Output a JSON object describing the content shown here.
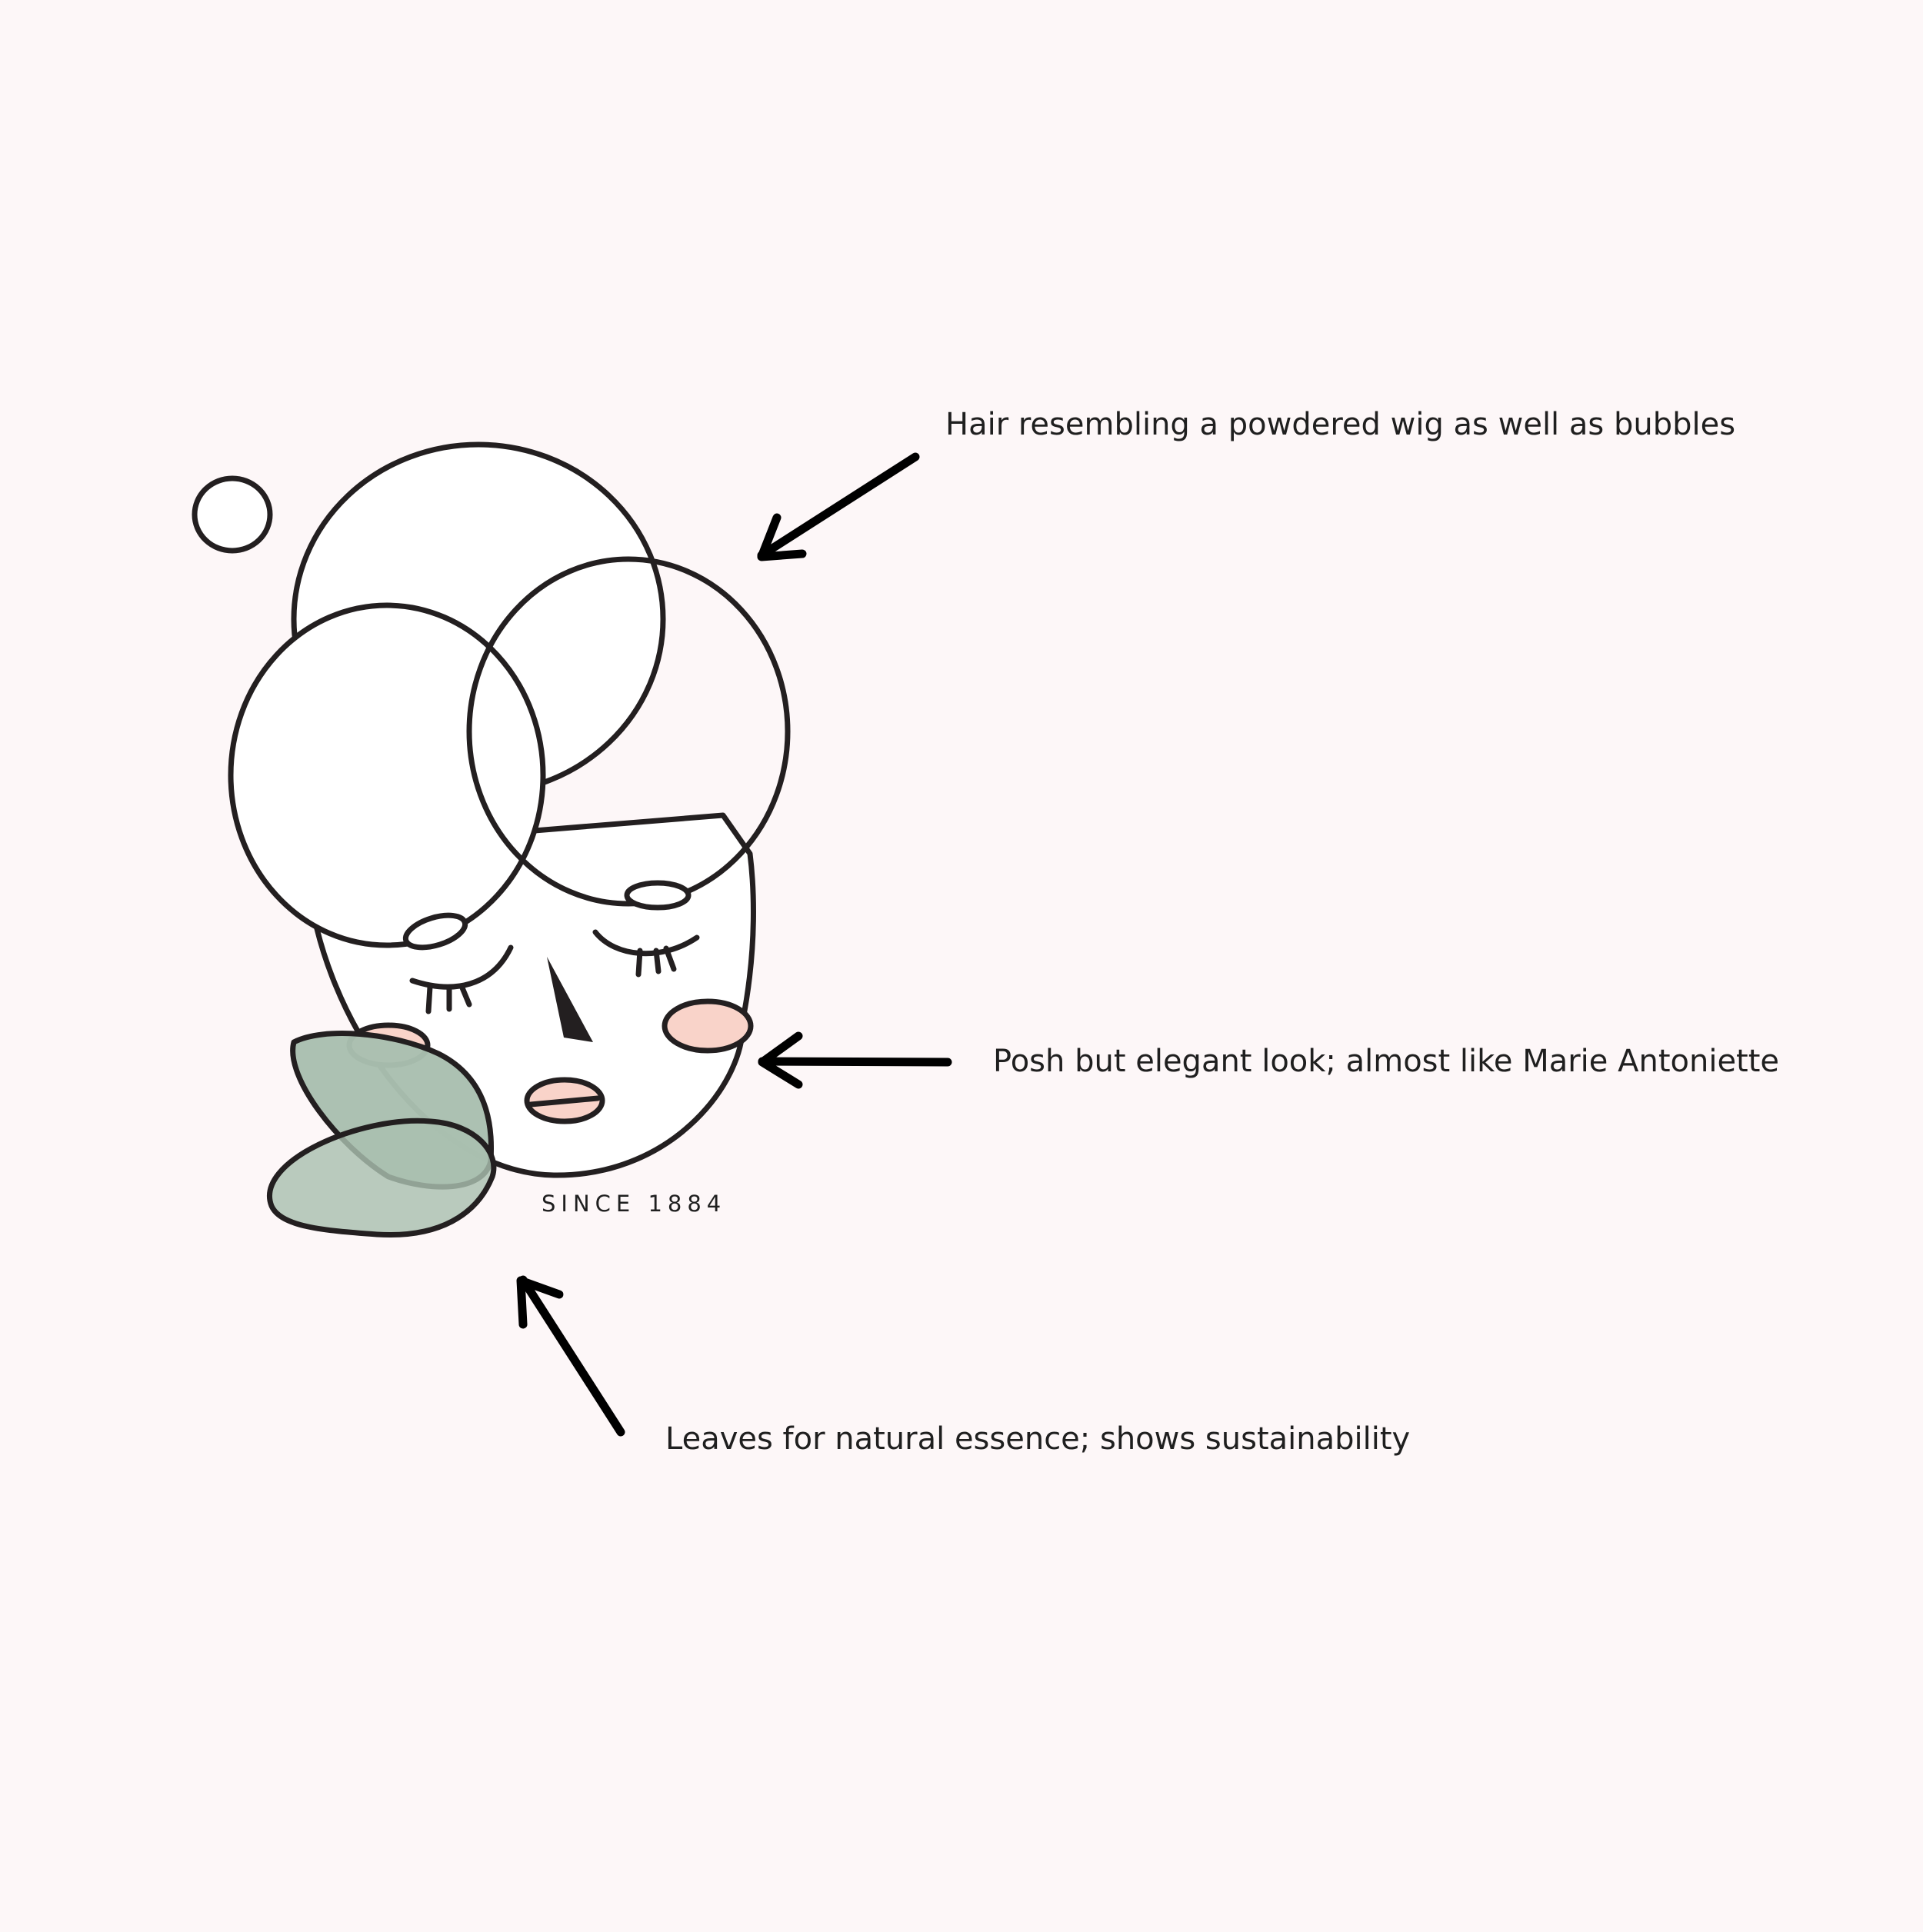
{
  "annotations": {
    "hair": "Hair resembling a powdered wig as well as bubbles",
    "look": "Posh but elegant look; almost like Marie Antoniette",
    "leaves": "Leaves for natural essence; shows sustainability"
  },
  "logo": {
    "tagline": "SINCE 1884"
  },
  "colors": {
    "background": "#FDF7F8",
    "outline": "#231F20",
    "fill_white": "#FFFFFF",
    "blush": "#F9D3C9",
    "leaf": "#A9BFB0",
    "arrow": "#000000"
  },
  "icons": {
    "arrows": [
      "arrow-to-hair-icon",
      "arrow-to-face-icon",
      "arrow-to-leaves-icon"
    ]
  }
}
